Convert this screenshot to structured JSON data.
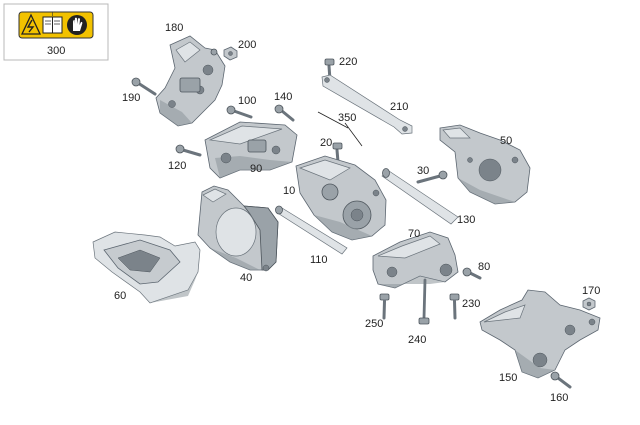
{
  "warning_box": {
    "label": "300",
    "badge_color": "#f2c200",
    "icons": [
      "electrical-hazard-icon",
      "read-manual-icon",
      "no-touch-hand-icon"
    ]
  },
  "labels": {
    "p10": "10",
    "p20": "20",
    "p30": "30",
    "p40": "40",
    "p50": "50",
    "p60": "60",
    "p70": "70",
    "p80": "80",
    "p90": "90",
    "p100": "100",
    "p110": "110",
    "p120": "120",
    "p130": "130",
    "p140": "140",
    "p150": "150",
    "p160": "160",
    "p170": "170",
    "p180": "180",
    "p190": "190",
    "p200": "200",
    "p210": "210",
    "p220": "220",
    "p230": "230",
    "p240": "240",
    "p250": "250",
    "p300": "300",
    "p350": "350"
  }
}
